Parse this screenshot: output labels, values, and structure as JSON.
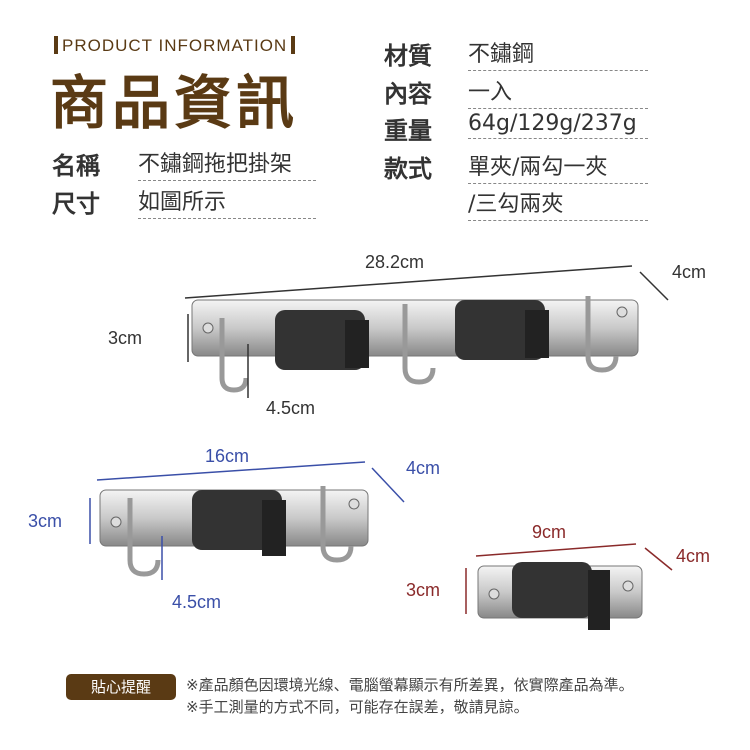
{
  "header": {
    "eyebrow": "PRODUCT INFORMATION",
    "title": "商品資訊"
  },
  "specs_left": [
    {
      "label": "名稱",
      "value": "不鏽鋼拖把掛架"
    },
    {
      "label": "尺寸",
      "value": "如圖所示"
    }
  ],
  "specs_right": [
    {
      "label": "材質",
      "value": "不鏽鋼"
    },
    {
      "label": "內容",
      "value": "一入"
    },
    {
      "label": "重量",
      "value": "64g/129g/237g"
    },
    {
      "label": "款式",
      "value": "單夾/兩勾一夾",
      "value2": "/三勾兩夾"
    }
  ],
  "products": [
    {
      "length": "28.2cm",
      "depth": "4cm",
      "height": "3cm",
      "hook": "4.5cm"
    },
    {
      "length": "16cm",
      "depth": "4cm",
      "height": "3cm",
      "hook": "4.5cm"
    },
    {
      "length": "9cm",
      "depth": "4cm",
      "height": "3cm"
    }
  ],
  "notice": {
    "label": "貼心提醒",
    "lines": [
      "※產品顏色因環境光線、電腦螢幕顯示有所差異，依實際產品為準。",
      "※手工測量的方式不同，可能存在誤差，敬請見諒。"
    ]
  },
  "colors": {
    "brand": "#5a3a14",
    "blue": "#3a4fa8",
    "red": "#8a2a2a"
  }
}
